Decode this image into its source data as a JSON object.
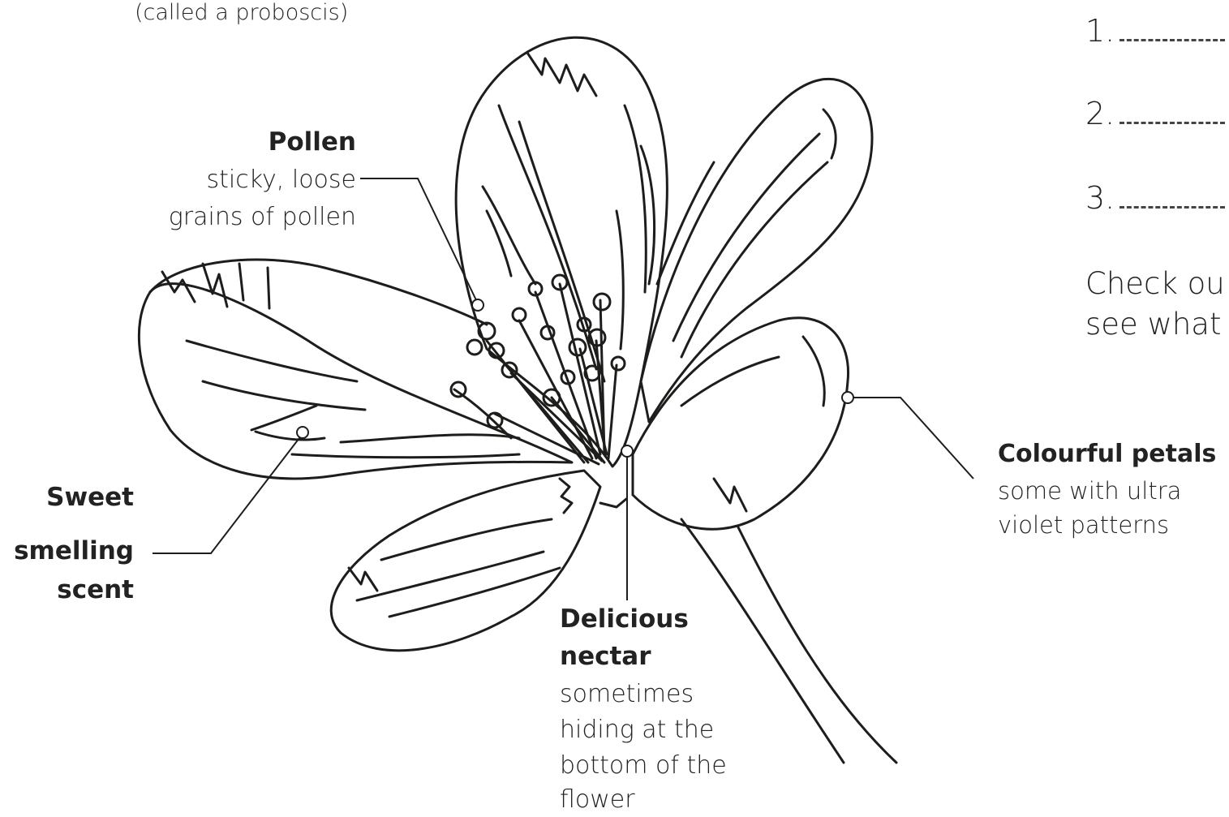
{
  "top_note": "(called a proboscis)",
  "list": {
    "items": [
      "1.",
      "2.",
      "3."
    ]
  },
  "check": {
    "line1": "Check ou",
    "line2": "see what"
  },
  "labels": {
    "pollen": {
      "title": "Pollen",
      "line1": "sticky, loose",
      "line2": "grains of pollen"
    },
    "scent": {
      "line1": "Sweet",
      "line2": "smelling",
      "line3": "scent"
    },
    "nectar": {
      "line1": "Delicious",
      "line2": "nectar",
      "desc1": "sometimes",
      "desc2": "hiding at the",
      "desc3": "bottom of the",
      "desc4": "flower"
    },
    "petals": {
      "title": "Colourful petals",
      "line1": "some with ultra",
      "line2": "violet patterns"
    }
  }
}
